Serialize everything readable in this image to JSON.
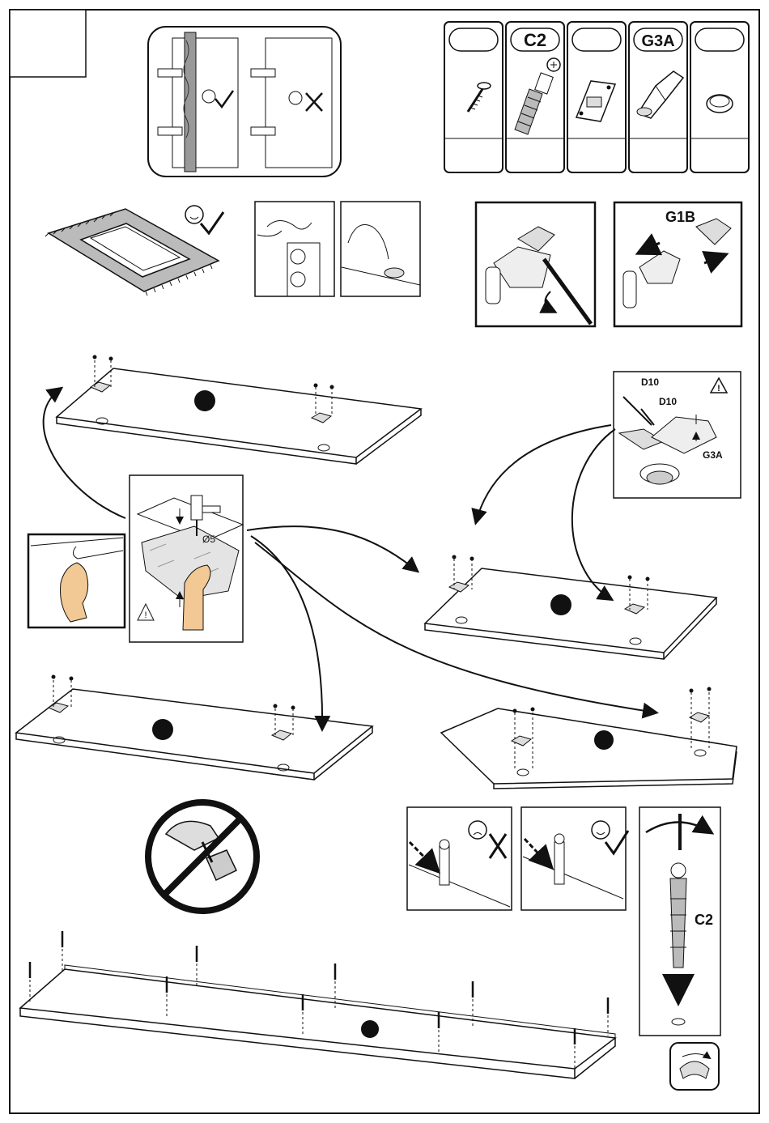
{
  "parts": [
    {
      "code": "",
      "icon": "screw-icon"
    },
    {
      "code": "C2",
      "icon": "cam-dowel-icon"
    },
    {
      "code": "",
      "icon": "hinge-plate-icon"
    },
    {
      "code": "G3A",
      "icon": "hinge-icon"
    },
    {
      "code": "",
      "icon": "cap-icon"
    }
  ],
  "labels": {
    "g1b": "G1B",
    "d10_a": "D10",
    "d10_b": "D10",
    "g3a": "G3A",
    "drill_diameter": "Ø5",
    "c2": "C2"
  },
  "colors": {
    "ink": "#111111",
    "skin": "#f2c894",
    "paper": "#ffffff",
    "grey": "#cccccc"
  }
}
